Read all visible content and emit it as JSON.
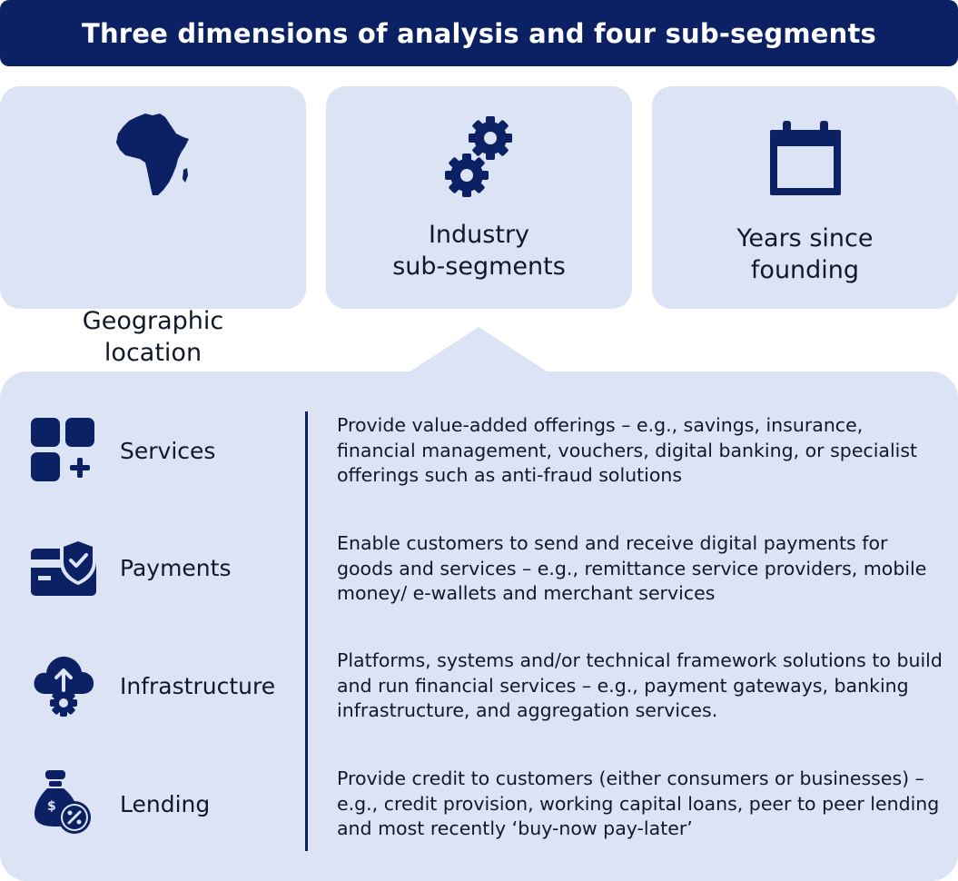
{
  "title": "Three dimensions of analysis and four sub-segments",
  "colors": {
    "navy": "#0b2163",
    "card_bg": "#dbe3f4",
    "text": "#111827"
  },
  "dimensions": [
    {
      "icon": "africa-map-icon",
      "label": "Geographic\nlocation"
    },
    {
      "icon": "gears-icon",
      "label": "Industry\nsub-segments"
    },
    {
      "icon": "calendar-icon",
      "label": "Years since\nfounding"
    }
  ],
  "segments": [
    {
      "icon": "apps-plus-icon",
      "name": "Services",
      "description": "Provide value-added offerings – e.g., savings, insurance, financial management, vouchers, digital banking, or specialist offerings such as anti-fraud solutions"
    },
    {
      "icon": "card-shield-icon",
      "name": "Payments",
      "description": "Enable customers to send and receive digital payments for goods and services – e.g., remittance service providers, mobile money/ e-wallets and merchant services"
    },
    {
      "icon": "cloud-upload-gear-icon",
      "name": "Infrastructure",
      "description": "Platforms, systems and/or technical framework solutions to build and run financial services – e.g., payment gateways, banking infrastructure, and aggregation services."
    },
    {
      "icon": "money-bag-percent-icon",
      "name": "Lending",
      "description": "Provide credit to customers (either consumers or businesses) – e.g., credit provision, working capital loans, peer to peer lending and most recently ‘buy-now pay-later’"
    }
  ]
}
